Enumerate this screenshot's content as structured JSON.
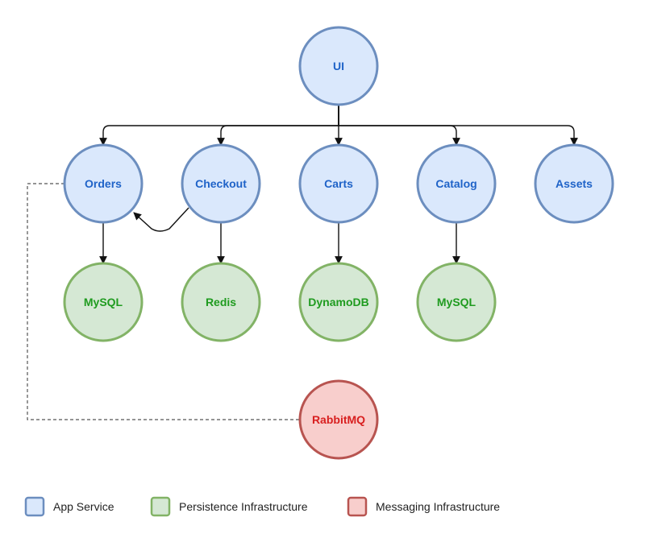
{
  "diagram": {
    "nodes": [
      {
        "id": "ui",
        "label": "UI",
        "kind": "app"
      },
      {
        "id": "orders",
        "label": "Orders",
        "kind": "app"
      },
      {
        "id": "checkout",
        "label": "Checkout",
        "kind": "app"
      },
      {
        "id": "carts",
        "label": "Carts",
        "kind": "app"
      },
      {
        "id": "catalog",
        "label": "Catalog",
        "kind": "app"
      },
      {
        "id": "assets",
        "label": "Assets",
        "kind": "app"
      },
      {
        "id": "orders_db",
        "label": "MySQL",
        "kind": "persistence"
      },
      {
        "id": "checkout_db",
        "label": "Redis",
        "kind": "persistence"
      },
      {
        "id": "carts_db",
        "label": "DynamoDB",
        "kind": "persistence"
      },
      {
        "id": "catalog_db",
        "label": "MySQL",
        "kind": "persistence"
      },
      {
        "id": "rabbitmq",
        "label": "RabbitMQ",
        "kind": "messaging"
      }
    ],
    "edges": [
      {
        "from": "ui",
        "to": "orders",
        "style": "solid"
      },
      {
        "from": "ui",
        "to": "checkout",
        "style": "solid"
      },
      {
        "from": "ui",
        "to": "carts",
        "style": "solid"
      },
      {
        "from": "ui",
        "to": "catalog",
        "style": "solid"
      },
      {
        "from": "ui",
        "to": "assets",
        "style": "solid"
      },
      {
        "from": "checkout",
        "to": "orders",
        "style": "solid"
      },
      {
        "from": "orders",
        "to": "orders_db",
        "style": "solid"
      },
      {
        "from": "checkout",
        "to": "checkout_db",
        "style": "solid"
      },
      {
        "from": "carts",
        "to": "carts_db",
        "style": "solid"
      },
      {
        "from": "catalog",
        "to": "catalog_db",
        "style": "solid"
      },
      {
        "from": "orders",
        "to": "rabbitmq",
        "style": "dashed"
      }
    ]
  },
  "legend": [
    {
      "kind": "app",
      "label": "App Service"
    },
    {
      "kind": "persistence",
      "label": "Persistence Infrastructure"
    },
    {
      "kind": "messaging",
      "label": "Messaging Infrastructure"
    }
  ],
  "colors": {
    "app": {
      "fill": "#dae8fc",
      "stroke": "#6c8ebf",
      "text": "#1f63c8"
    },
    "persistence": {
      "fill": "#d5e8d4",
      "stroke": "#82b366",
      "text": "#1f9b1f"
    },
    "messaging": {
      "fill": "#f8cecc",
      "stroke": "#b85450",
      "text": "#d81f1f"
    },
    "edge": "#111111",
    "dashed_edge": "#555555"
  }
}
